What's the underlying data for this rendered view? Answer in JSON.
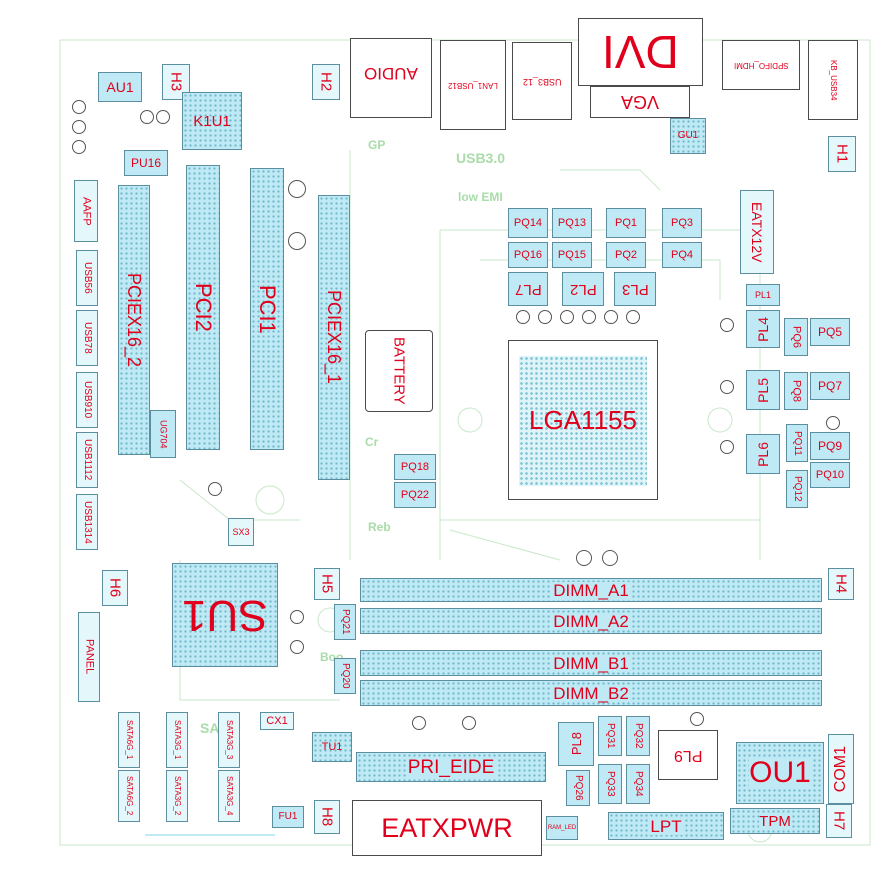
{
  "components": {
    "dvi": "DVI",
    "audio": "AUDIO",
    "lan1_usb12": "LAN1_USB12",
    "usb3_12": "USB3_12",
    "vga": "VGA",
    "spdifo_hdmi": "SPDIFO_HDMI",
    "kb_usb34": "KB_USB34",
    "au1": "AU1",
    "h3": "H3",
    "h2": "H2",
    "k1u1": "K1U1",
    "pu16": "PU16",
    "aafp": "AAFP",
    "pci2": "PCI2",
    "pci1": "PCI1",
    "pciex16_1": "PCIEX16_1",
    "pciex16_2": "PCIEX16_2",
    "usb56": "USB56",
    "usb78": "USB78",
    "usb910": "USB910",
    "usb1112": "USB1112",
    "usb1314": "USB1314",
    "battery": "BATTERY",
    "lga1155": "LGA1155",
    "pq14": "PQ14",
    "pq13": "PQ13",
    "pq1": "PQ1",
    "pq3": "PQ3",
    "pq16": "PQ16",
    "pq15": "PQ15",
    "pq2": "PQ2",
    "pq4": "PQ4",
    "pl7": "PL7",
    "pl2": "PL2",
    "pl3": "PL3",
    "eatx12v": "EATX12V",
    "h1": "H1",
    "gu1": "GU1",
    "pl1": "PL1",
    "pl4": "PL4",
    "pq6": "PQ6",
    "pq5": "PQ5",
    "pl5": "PL5",
    "pq8": "PQ8",
    "pq7": "PQ7",
    "pq11": "PQ11",
    "pq9": "PQ9",
    "pl6": "PL6",
    "pq12": "PQ12",
    "pq10": "PQ10",
    "pq18": "PQ18",
    "pq22": "PQ22",
    "su1": "SU1",
    "h6": "H6",
    "h5": "H5",
    "h4": "H4",
    "dimm_a1": "DIMM_A1",
    "dimm_a2": "DIMM_A2",
    "dimm_b1": "DIMM_B1",
    "dimm_b2": "DIMM_B2",
    "pq21": "PQ21",
    "pq20": "PQ20",
    "panel": "PANEL",
    "sata6g_1": "SATA6G_1",
    "sata6g_2": "SATA6G_2",
    "sata3g_1": "SATA3G_1",
    "sata3g_2": "SATA3G_2",
    "sata3g_3": "SATA3G_3",
    "sata3g_4": "SATA3G_4",
    "cx1": "CX1",
    "tu1": "TU1",
    "pri_eide": "PRI_EIDE",
    "pl8": "PL8",
    "pq31": "PQ31",
    "pq32": "PQ32",
    "pl9": "PL9",
    "pq26": "PQ26",
    "pq33": "PQ33",
    "pq34": "PQ34",
    "ou1": "OU1",
    "com1": "COM1",
    "eatxpwr": "EATXPWR",
    "h8": "H8",
    "fu1": "FU1",
    "lpt": "LPT",
    "tpm": "TPM",
    "h7": "H7",
    "sx3": "SX3",
    "ug704": "UG704",
    "ram_led": "RAM_LED"
  },
  "colors": {
    "label": "#e0001b",
    "pad_fill": "#bfeaf5",
    "pad_border": "#5b8fa0",
    "silkscreen": "#a9dca9",
    "outline": "#4a4a4a"
  }
}
